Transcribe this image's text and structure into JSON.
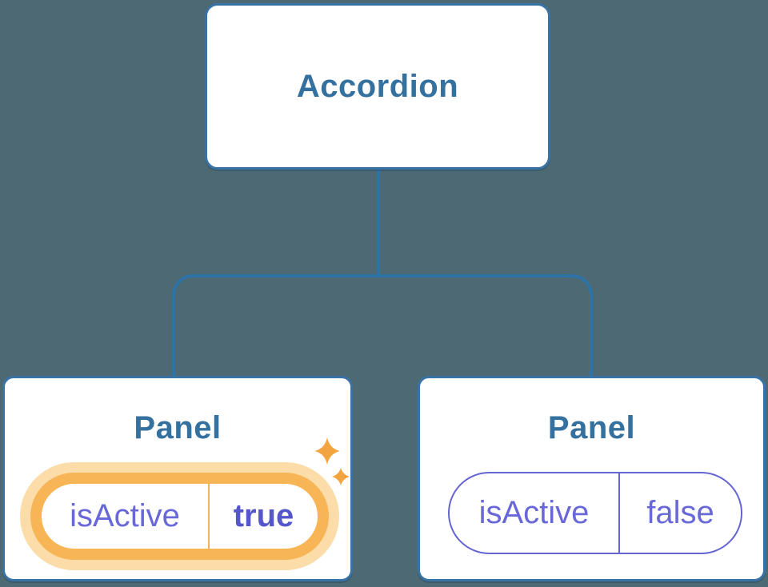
{
  "background_color": "#4D6973",
  "colors": {
    "background": "#4D6973",
    "node_border": "#3973A6",
    "connector": "#2D73A7",
    "node_title": "#35719E",
    "state_text": "#6868D8",
    "state_value_active": "#5555CC",
    "pill_border_inactive": "#6465D2",
    "pill_ring_active": "#F7B556",
    "pill_glow_active": "#FCDCA8",
    "pill_divider_active": "#F2B25C",
    "sparkle": "#F2A440"
  },
  "tree": {
    "root": {
      "label": "Accordion"
    },
    "children": [
      {
        "label": "Panel",
        "state": {
          "name": "isActive",
          "value": "true"
        },
        "active": true,
        "badge_icon": "sparkles"
      },
      {
        "label": "Panel",
        "state": {
          "name": "isActive",
          "value": "false"
        },
        "active": false
      }
    ]
  }
}
